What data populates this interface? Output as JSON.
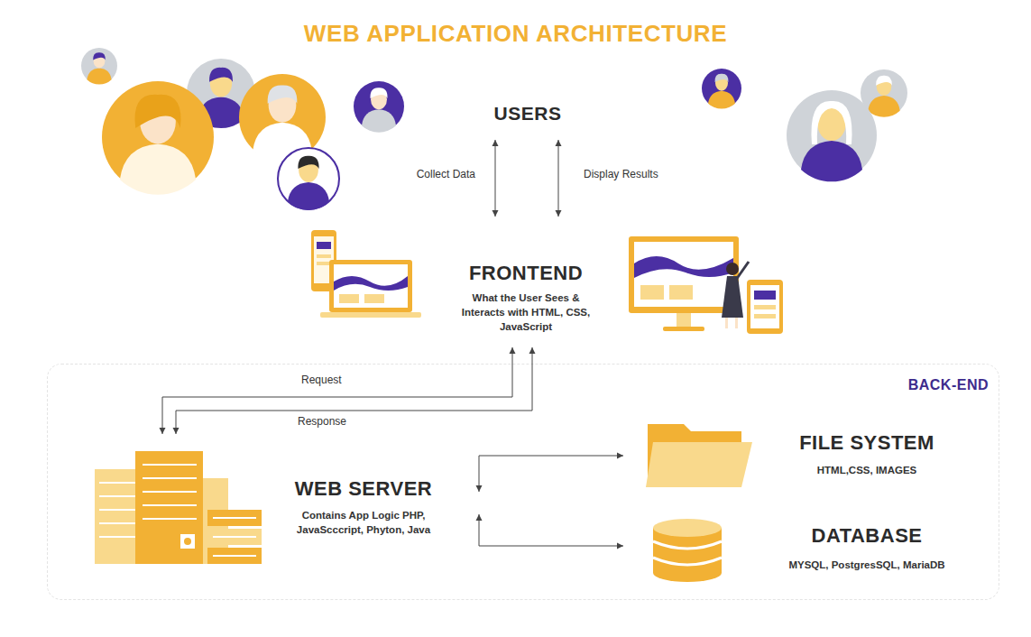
{
  "diagram": {
    "title": "WEB APPLICATION ARCHITECTURE",
    "nodes": [
      {
        "text": [
          "USERS"
        ]
      },
      {
        "text": [
          "FRONTEND",
          "What the User Sees & Interacts with HTML, CSS, JavaScript"
        ]
      },
      {
        "text": [
          "BACK-END"
        ]
      },
      {
        "text": [
          "WEB SERVER",
          "Contains App Logic PHP, JavaScccript, Phyton, Java"
        ],
        "in": 2
      },
      {
        "text": [
          "FILE SYSTEM",
          "HTML,CSS, IMAGES"
        ],
        "in": 2
      },
      {
        "text": [
          "DATABASE",
          "MYSQL, PostgresSQL, MariaDB"
        ],
        "in": 2
      }
    ],
    "edges": [
      {
        "from": 0,
        "to": 1,
        "label": "Collect Data",
        "arrow": "both"
      },
      {
        "from": 0,
        "to": 1,
        "label": "Display Results",
        "arrow": "both"
      },
      {
        "from": 1,
        "to": 3,
        "label": "Request",
        "arrow": "both"
      },
      {
        "from": 1,
        "to": 3,
        "label": "Response",
        "arrow": "both"
      },
      {
        "from": 3,
        "to": 4,
        "arrow": "both"
      },
      {
        "from": 3,
        "to": 5,
        "arrow": "both"
      }
    ]
  }
}
